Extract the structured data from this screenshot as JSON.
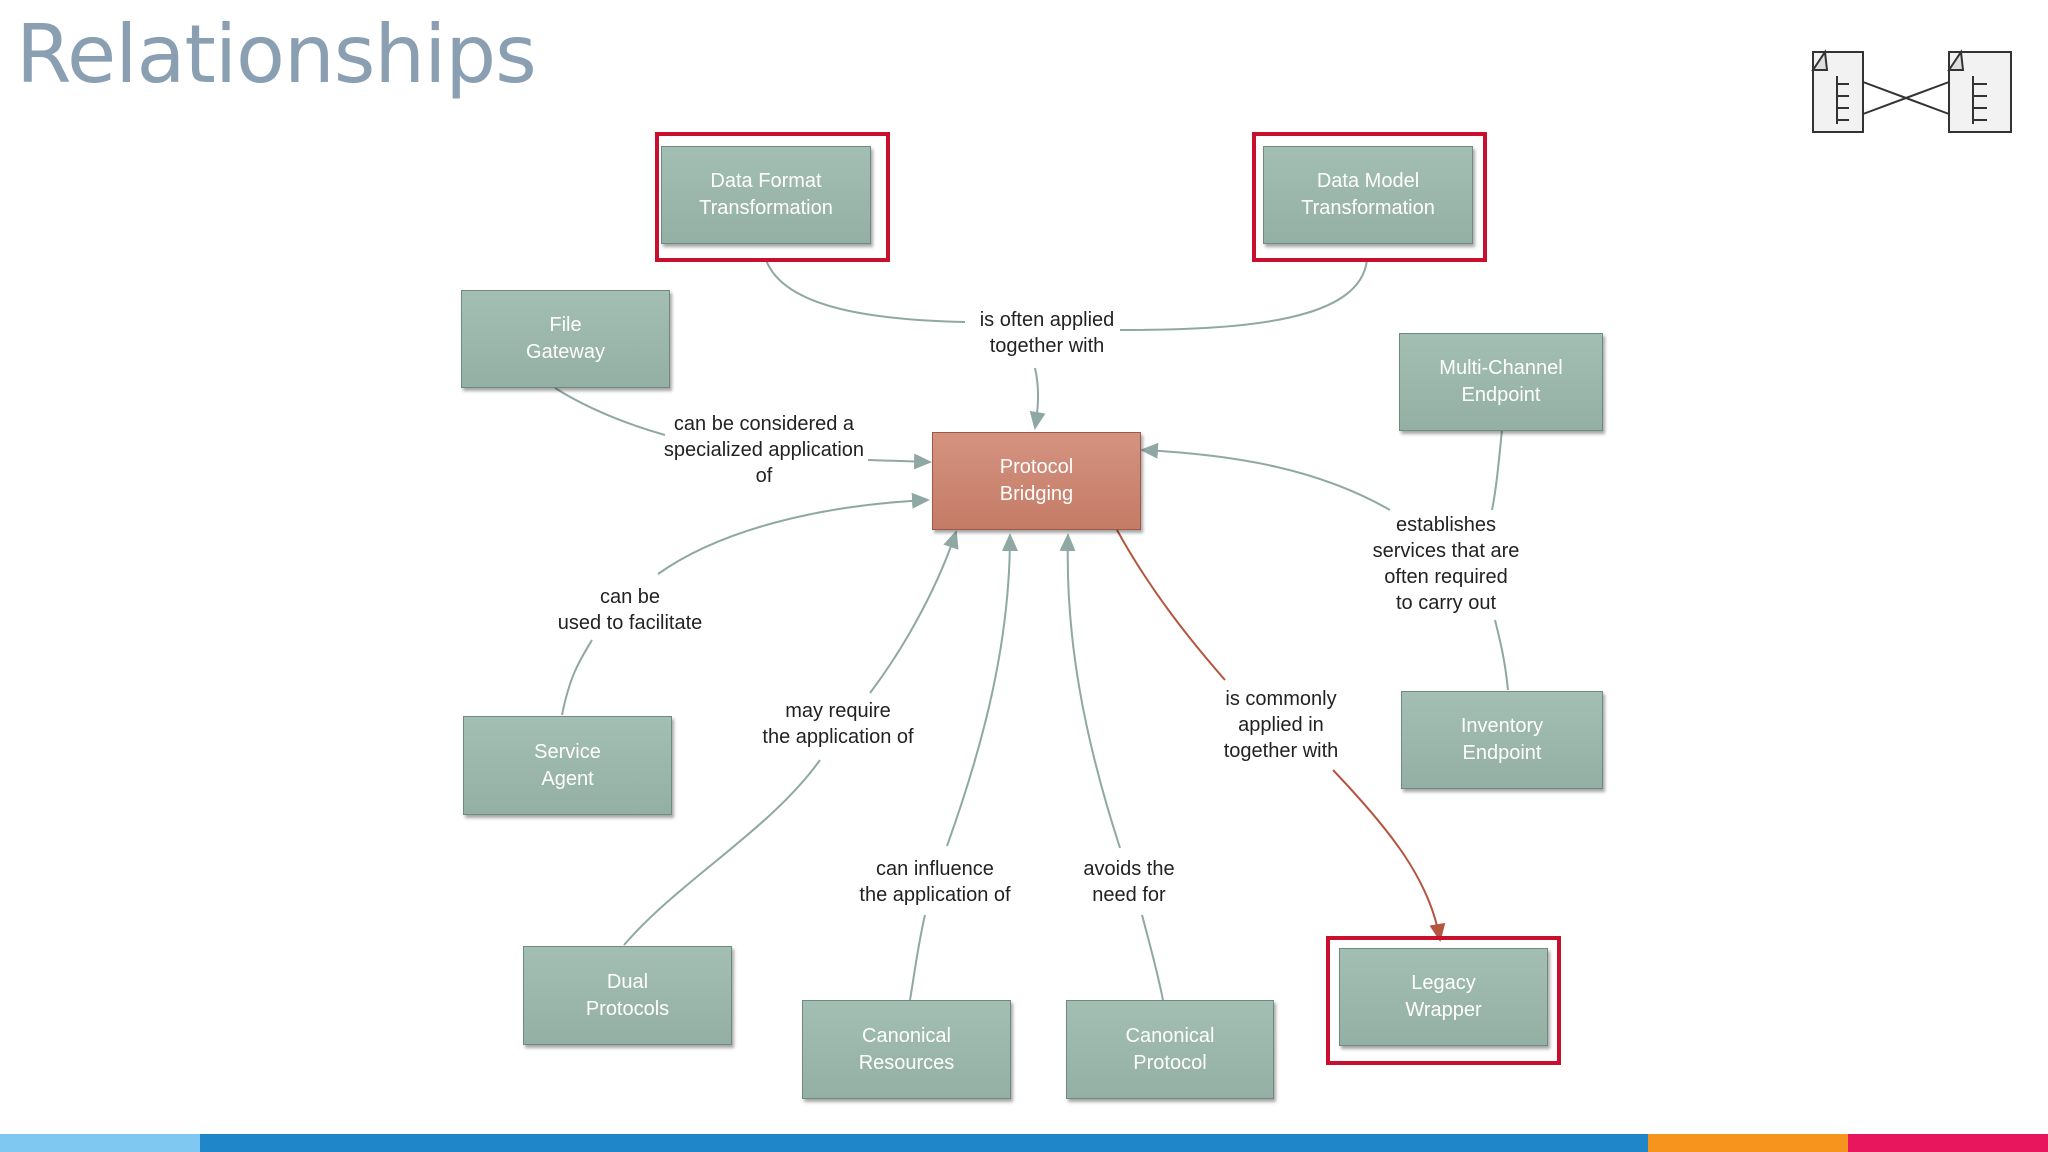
{
  "title": "Relationships",
  "logo_icon": "two-documents-linked-icon",
  "nodes": {
    "center": "Protocol\nBridging",
    "data_format": "Data Format\nTransformation",
    "data_model": "Data Model\nTransformation",
    "file_gateway": "File\nGateway",
    "multi_channel": "Multi-Channel\nEndpoint",
    "service_agent": "Service\nAgent",
    "inventory": "Inventory\nEndpoint",
    "dual_protocols": "Dual\nProtocols",
    "canonical_resources": "Canonical\nResources",
    "canonical_protocol": "Canonical\nProtocol",
    "legacy_wrapper": "Legacy\nWrapper"
  },
  "labels": {
    "often_applied": "is often applied\ntogether with",
    "specialized": "can be considered a\nspecialized application\nof",
    "facilitate": "can be\nused to facilitate",
    "establishes": "establishes\nservices that are\noften required\nto carry out",
    "may_require": "may require\nthe application of",
    "commonly_applied": "is commonly\napplied in\ntogether with",
    "can_influence": "can influence\nthe application of",
    "avoids": "avoids the\nneed for"
  },
  "colors": {
    "node_fill": "#9fbaae",
    "center_fill": "#cc8570",
    "highlight": "#c8102e",
    "connector": "#8fa8a4",
    "connector_red": "#b5553f",
    "footer": [
      "#7ec8f2",
      "#1f87c9",
      "#f7941d",
      "#e8175d"
    ]
  }
}
